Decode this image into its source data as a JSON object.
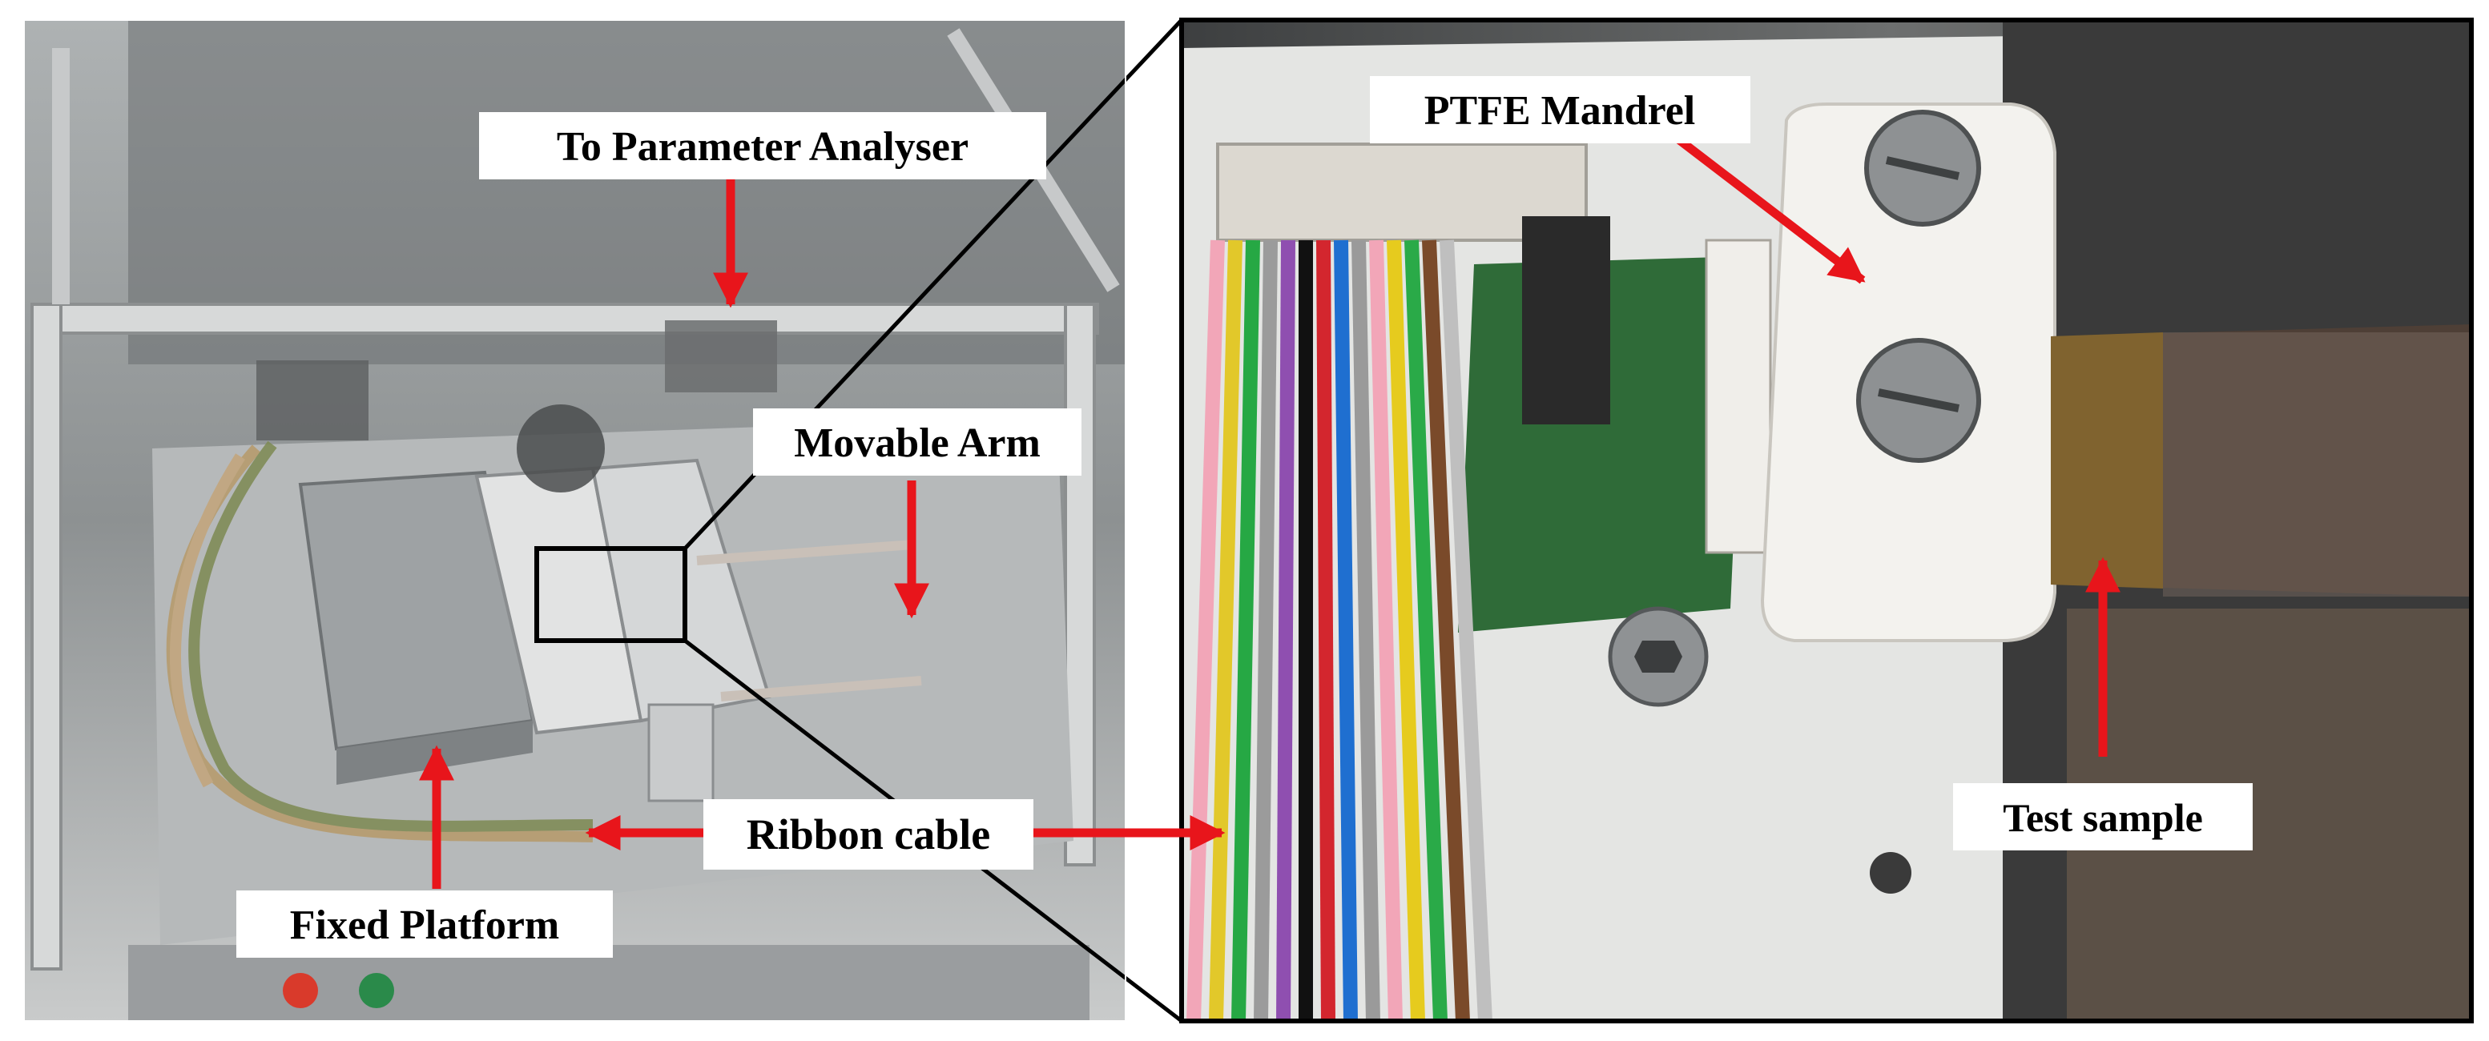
{
  "labels": {
    "to_parameter_analyser": "To Parameter Analyser",
    "movable_arm": "Movable Arm",
    "ribbon_cable": "Ribbon cable",
    "fixed_platform": "Fixed Platform",
    "ptfe_mandrel": "PTFE Mandrel",
    "test_sample": "Test sample"
  },
  "colors": {
    "arrow": "#e8151b",
    "label_bg": "#ffffff",
    "frame": "#000000"
  }
}
